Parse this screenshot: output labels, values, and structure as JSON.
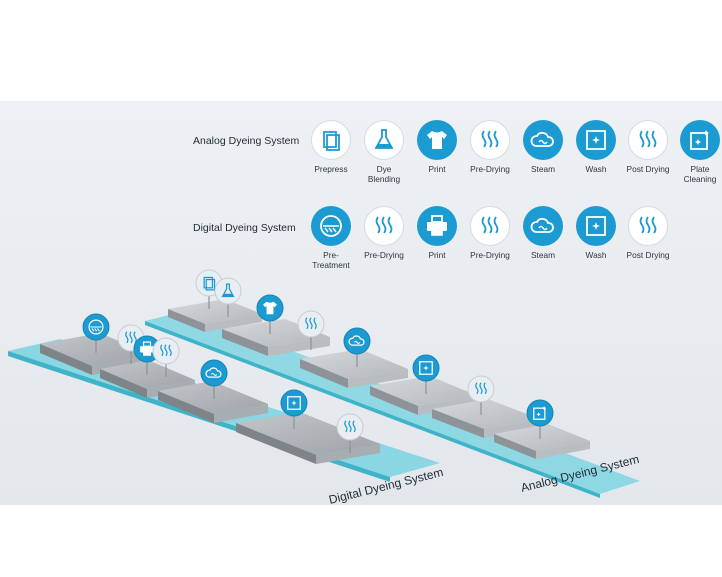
{
  "analog": {
    "title": "Analog Dyeing System",
    "steps": [
      {
        "label": "Prepress",
        "icon": "prepress-icon",
        "style": "white"
      },
      {
        "label": "Dye\nBlending",
        "icon": "dye-flask-icon",
        "style": "white"
      },
      {
        "label": "Print",
        "icon": "tshirt-icon",
        "style": "blue"
      },
      {
        "label": "Pre-Drying",
        "icon": "heat-waves-icon",
        "style": "white"
      },
      {
        "label": "Steam",
        "icon": "steam-cloud-icon",
        "style": "blue"
      },
      {
        "label": "Wash",
        "icon": "wash-icon",
        "style": "blue"
      },
      {
        "label": "Post Drying",
        "icon": "heat-waves-icon",
        "style": "white"
      },
      {
        "label": "Plate\nCleaning",
        "icon": "plate-cleaning-icon",
        "style": "blue"
      }
    ]
  },
  "digital": {
    "title": "Digital Dyeing System",
    "steps": [
      {
        "label": "Pre-Treatment",
        "icon": "pretreatment-icon",
        "style": "blue"
      },
      {
        "label": "Pre-Drying",
        "icon": "heat-waves-icon",
        "style": "white"
      },
      {
        "label": "Print",
        "icon": "printer-icon",
        "style": "blue"
      },
      {
        "label": "Pre-Drying",
        "icon": "heat-waves-icon",
        "style": "white"
      },
      {
        "label": "Steam",
        "icon": "steam-cloud-icon",
        "style": "blue"
      },
      {
        "label": "Wash",
        "icon": "wash-icon",
        "style": "blue"
      },
      {
        "label": "Post Drying",
        "icon": "heat-waves-icon",
        "style": "white"
      }
    ]
  },
  "scene": {
    "digital_label": "Digital Dyeing System",
    "analog_label": "Analog Dyeing System"
  },
  "colors": {
    "accent": "#1c9bd2",
    "platform": "#3fc3d6",
    "machine": "#a9aeb3"
  }
}
